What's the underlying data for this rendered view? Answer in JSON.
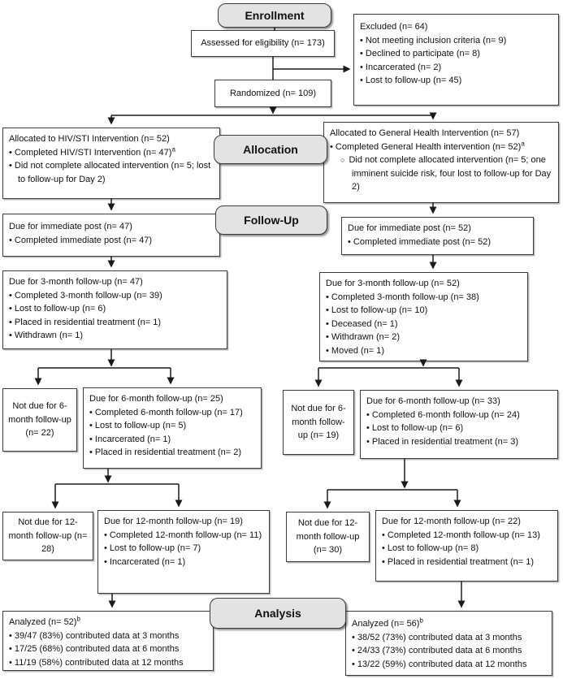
{
  "diagram": {
    "type": "consort-flow-diagram",
    "colors": {
      "box_border": "#3c3c3c",
      "phase_label_bg": "#e3e3e3",
      "background": "#ffffff",
      "line": "#1a1a1a"
    },
    "phase_labels": {
      "enrollment": "Enrollment",
      "allocation": "Allocation",
      "follow_up": "Follow-Up",
      "analysis": "Analysis"
    },
    "boxes": {
      "assessed": {
        "text": "Assessed for eligibility (n= 173)"
      },
      "excluded": {
        "title": "Excluded (n= 64)",
        "items": [
          "Not meeting inclusion criteria (n= 9)",
          "Declined to participate (n= 8)",
          "Incarcerated (n= 2)",
          "Lost to follow-up (n= 45)"
        ]
      },
      "randomized": {
        "text": "Randomized (n= 109)"
      },
      "alloc_left": {
        "title": "Allocated to HIV/STI Intervention (n= 52)",
        "item1": "Completed HIV/STI Intervention (n= 47)",
        "item1_sup": "a",
        "item2": "Did not complete allocated intervention (n= 5; lost to follow-up for Day 2)"
      },
      "alloc_right": {
        "title": "Allocated to General Health Intervention (n= 57)",
        "item1": "Completed General Health intervention (n= 52)",
        "item1_sup": "a",
        "sub_item": "Did not complete allocated intervention (n= 5; one imminent suicide risk, four lost to follow-up for Day 2)"
      },
      "post_left": {
        "title": "Due for immediate post (n= 47)",
        "items": [
          "Completed immediate post (n= 47)"
        ]
      },
      "post_right": {
        "title": "Due for immediate post (n= 52)",
        "items": [
          "Completed immediate post (n= 52)"
        ]
      },
      "m3_left": {
        "title": "Due for 3-month follow-up (n= 47)",
        "items": [
          "Completed 3-month follow-up (n= 39)",
          "Lost to follow-up (n= 6)",
          "Placed in residential treatment (n= 1)",
          "Withdrawn (n= 1)"
        ]
      },
      "m3_right": {
        "title": "Due for 3-month follow-up (n= 52)",
        "items": [
          "Completed 3-month follow-up (n= 38)",
          "Lost to follow-up (n= 10)",
          "Deceased (n= 1)",
          "Withdrawn (n= 2)",
          "Moved (n= 1)"
        ]
      },
      "notdue6_left": {
        "text": "Not due for 6-month follow-up (n= 22)"
      },
      "due6_left": {
        "title": "Due for 6-month follow-up (n= 25)",
        "items": [
          "Completed 6-month follow-up (n= 17)",
          "Lost to follow-up (n= 5)",
          "Incarcerated (n= 1)",
          "Placed in residential treatment (n= 2)"
        ]
      },
      "notdue6_right": {
        "text": "Not due for 6-month follow-up (n= 19)"
      },
      "due6_right": {
        "title": "Due for 6-month follow-up (n= 33)",
        "items": [
          "Completed 6-month follow-up (n= 24)",
          "Lost to follow-up (n= 6)",
          "Placed in residential treatment (n= 3)"
        ]
      },
      "notdue12_left": {
        "text": "Not due for 12-month follow-up (n= 28)"
      },
      "due12_left": {
        "title": "Due for 12-month follow-up (n= 19)",
        "items": [
          "Completed 12-month follow-up (n= 11)",
          "Lost to follow-up (n= 7)",
          "Incarcerated (n= 1)"
        ]
      },
      "notdue12_right": {
        "text": "Not due for 12-month follow-up (n= 30)"
      },
      "due12_right": {
        "title": "Due for 12-month follow-up (n= 22)",
        "items": [
          "Completed 12-month follow-up (n= 13)",
          "Lost to follow-up (n= 8)",
          "Placed in residential treatment (n= 1)"
        ]
      },
      "analyzed_left": {
        "title": "Analyzed (n= 52)",
        "title_sup": "b",
        "items": [
          "39/47 (83%) contributed data at 3 months",
          "17/25 (68%) contributed data at 6 months",
          "11/19 (58%) contributed data at 12 months"
        ]
      },
      "analyzed_right": {
        "title": "Analyzed (n= 56)",
        "title_sup": "b",
        "items": [
          "38/52 (73%) contributed data at 3 months",
          "24/33 (73%) contributed data at 6 months",
          "13/22 (59%) contributed data at 12 months"
        ]
      }
    }
  }
}
